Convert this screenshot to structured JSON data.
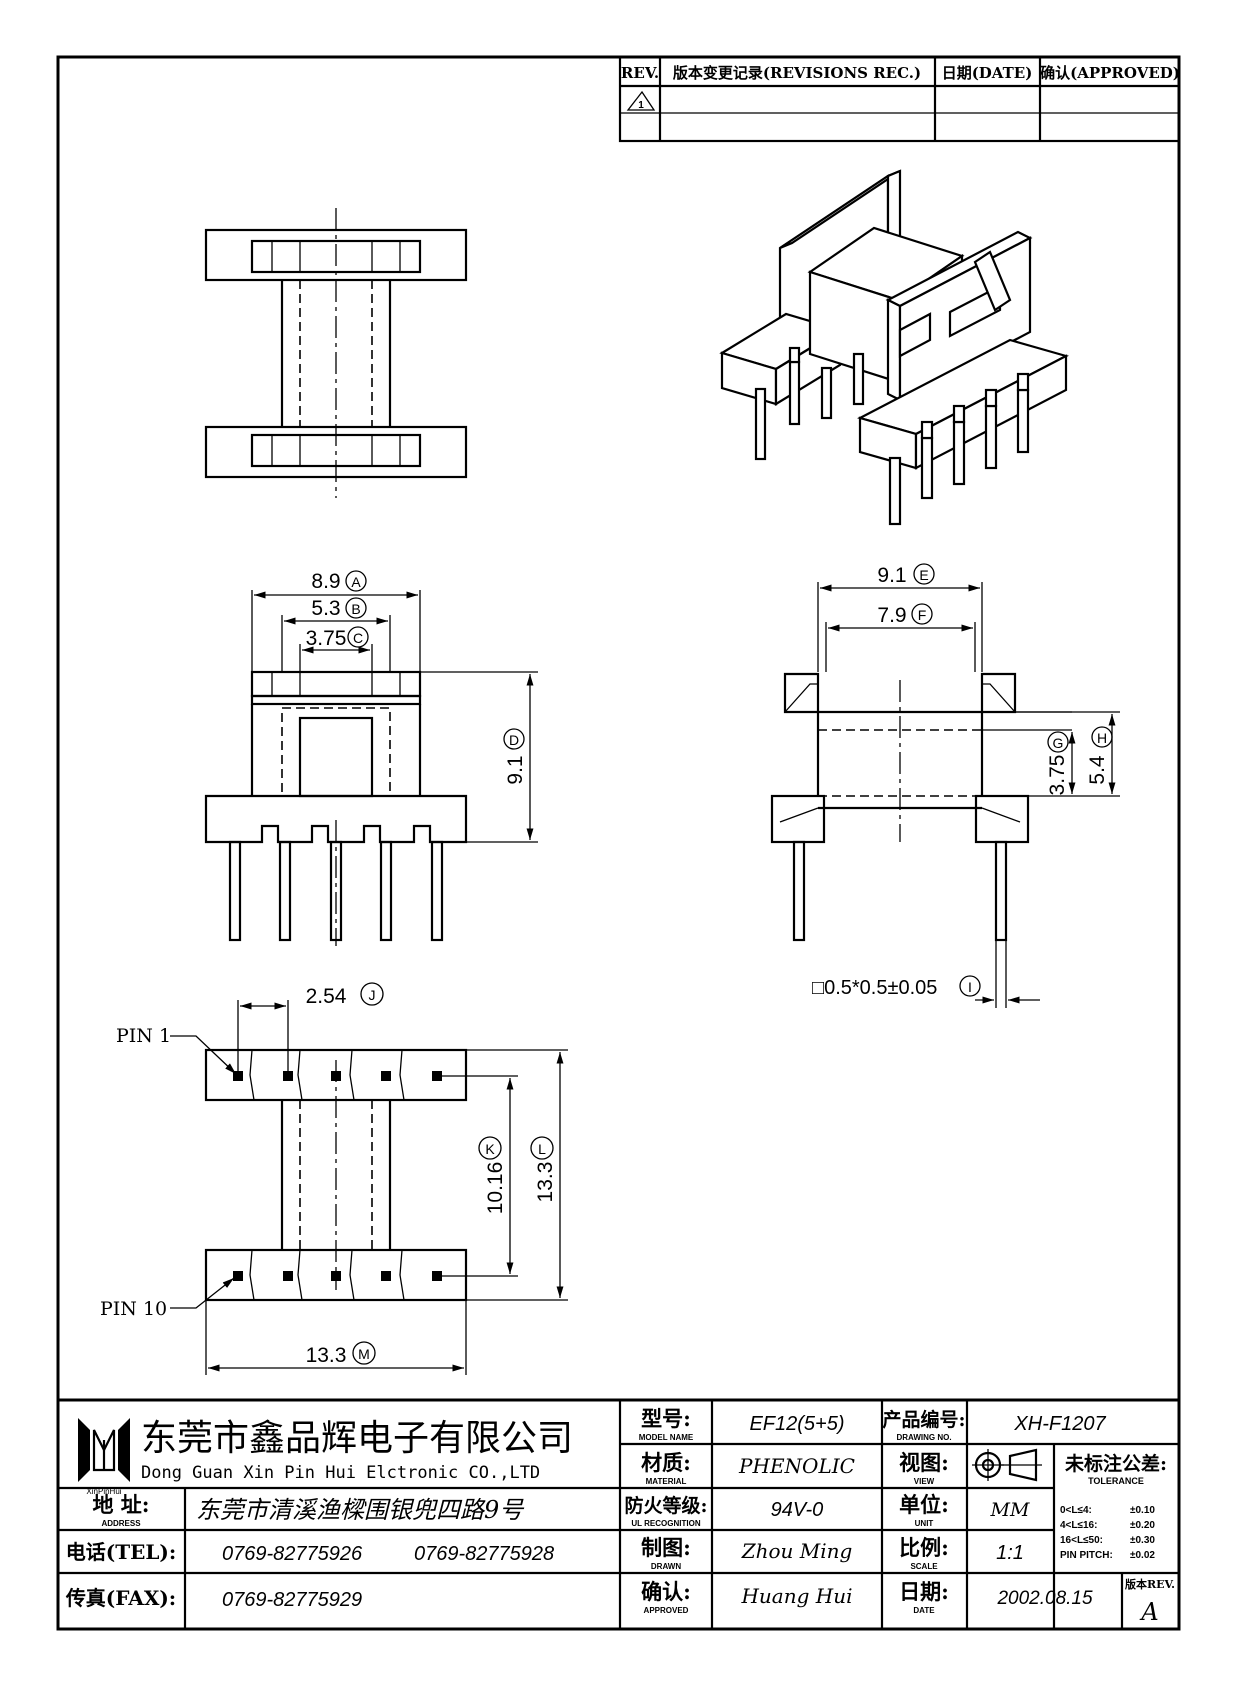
{
  "revision_table": {
    "rev_header": "REV.",
    "records_header": "版本变更记录(REVISIONS REC.)",
    "date_header": "日期(DATE)",
    "approved_header": "确认(APPROVED)",
    "rev_symbol": "1"
  },
  "dimensions": {
    "a": {
      "value": "8.9",
      "tag": "A"
    },
    "b": {
      "value": "5.3",
      "tag": "B"
    },
    "c": {
      "value": "3.75",
      "tag": "C"
    },
    "d": {
      "value": "9.1",
      "tag": "D"
    },
    "e": {
      "value": "9.1",
      "tag": "E"
    },
    "f": {
      "value": "7.9",
      "tag": "F"
    },
    "g": {
      "value": "3.75",
      "tag": "G"
    },
    "h": {
      "value": "5.4",
      "tag": "H"
    },
    "i": {
      "value": "□0.5*0.5±0.05",
      "tag": "I"
    },
    "j": {
      "value": "2.54",
      "tag": "J"
    },
    "k": {
      "value": "10.16",
      "tag": "K"
    },
    "l": {
      "value": "13.3",
      "tag": "L"
    },
    "m": {
      "value": "13.3",
      "tag": "M"
    }
  },
  "pin_labels": {
    "pin1": "PIN 1",
    "pin10": "PIN 10"
  },
  "title_block": {
    "logo_text": "XinPinHui",
    "company_cn": "东莞市鑫品辉电子有限公司",
    "company_en": "Dong Guan Xin Pin Hui Elctronic CO.,LTD",
    "address_label": "地 址:",
    "address_label_en": "ADDRESS",
    "address_value": "东莞市清溪渔樑围银兜四路9号",
    "tel_label": "电话(TEL):",
    "tel_1": "0769-82775926",
    "tel_2": "0769-82775928",
    "fax_label": "传真(FAX):",
    "fax_value": "0769-82775929",
    "model_label": "型号:",
    "model_label_en": "MODEL NAME",
    "model_value": "EF12(5+5)",
    "material_label": "材质:",
    "material_label_en": "MATERIAL",
    "material_value": "PHENOLIC",
    "flame_label": "防火等级:",
    "flame_label_en": "UL RECOGNITION",
    "flame_value": "94V-0",
    "drawn_label": "制图:",
    "drawn_label_en": "DRAWN",
    "drawn_value": "Zhou Ming",
    "approved_label": "确认:",
    "approved_label_en": "APPROVED",
    "approved_value": "Huang Hui",
    "drawing_no_label": "产品编号:",
    "drawing_no_label_en": "DRAWING NO.",
    "drawing_no_value": "XH-F1207",
    "view_label": "视图:",
    "view_label_en": "VIEW",
    "unit_label": "单位:",
    "unit_label_en": "UNIT",
    "unit_value": "MM",
    "scale_label": "比例:",
    "scale_label_en": "SCALE",
    "scale_value": "1:1",
    "date_label": "日期:",
    "date_label_en": "DATE",
    "date_value": "2002.08.15",
    "tolerance_label": "未标注公差:",
    "tolerance_label_en": "TOLERANCE",
    "tolerances": [
      {
        "range": "0<L≤4:",
        "value": "±0.10"
      },
      {
        "range": "4<L≤16:",
        "value": "±0.20"
      },
      {
        "range": "16<L≤50:",
        "value": "±0.30"
      },
      {
        "range": "PIN PITCH:",
        "value": "±0.02"
      }
    ],
    "version_label": "版本REV.",
    "version_value": "A"
  }
}
